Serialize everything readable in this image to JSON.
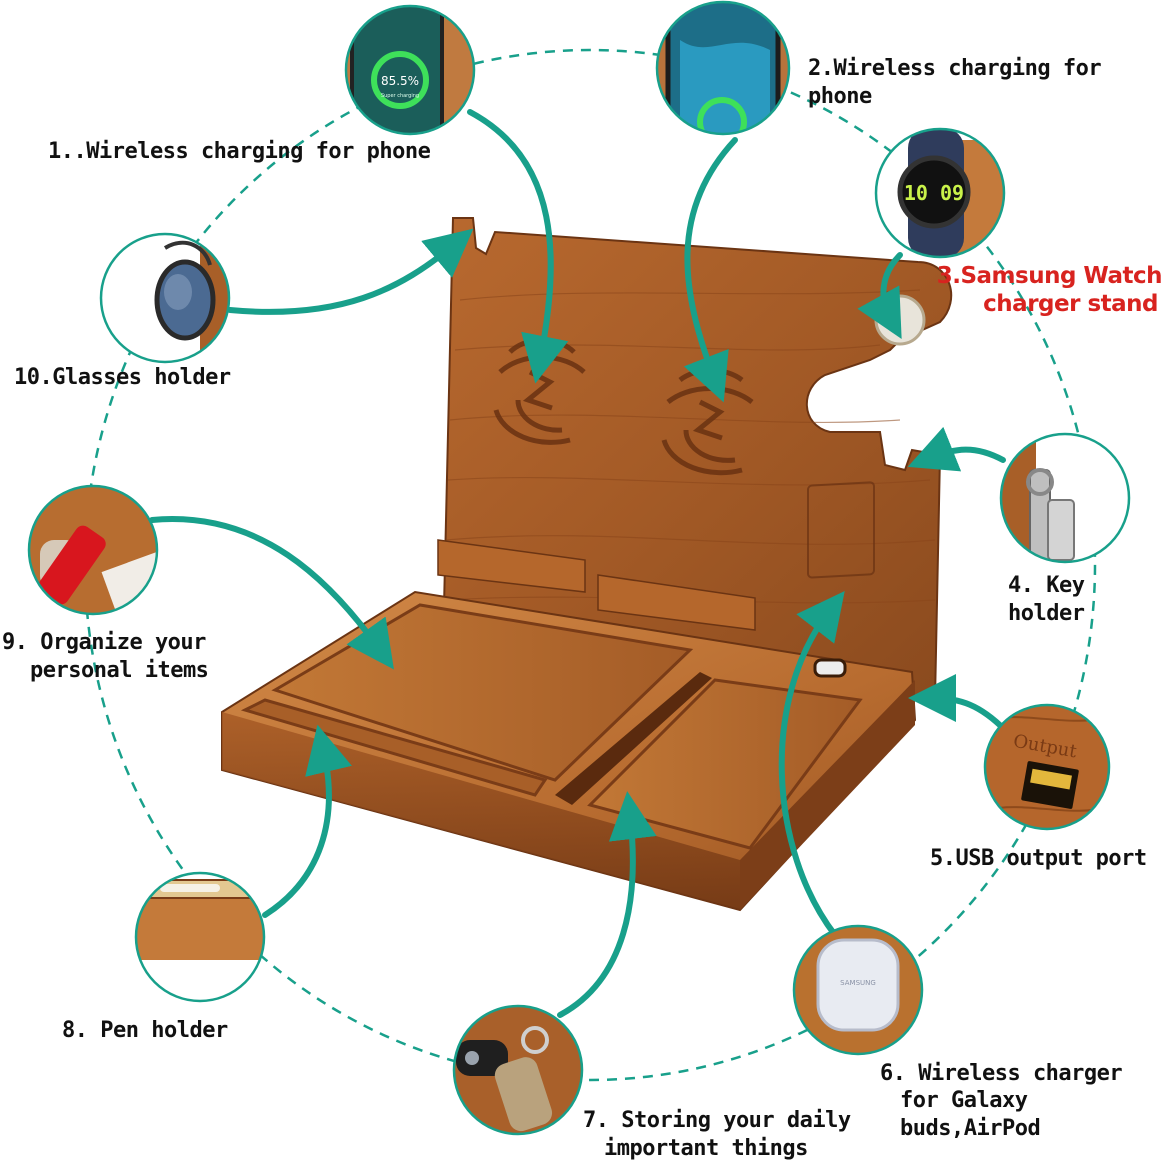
{
  "colors": {
    "accent": "#18a08b",
    "wood_light": "#c98244",
    "wood_mid": "#a9612c",
    "wood_dark": "#7a3c17",
    "label_text": "#111111",
    "highlight_text": "#d8231f"
  },
  "labels": {
    "l1": "1..Wireless charging for phone",
    "l2": "2.Wireless charging for phone",
    "l3a": "3.Samsung Watch",
    "l3b": "charger stand",
    "l4": "4. Key holder",
    "l5": "5.USB output port",
    "l6a": "6. Wireless charger",
    "l6b": "for Galaxy buds,AirPod",
    "l7a": "7. Storing your daily",
    "l7b": "important things",
    "l8": "8. Pen holder",
    "l9a": "9. Organize your",
    "l9b": "personal items",
    "l10": "10.Glasses holder"
  },
  "thumbnails": {
    "phone1": {
      "battery_text": "85.5%",
      "status_text": "Super charging",
      "icon": "phone-charging-icon"
    },
    "phone2": {
      "icon": "phone-charging-icon"
    },
    "watch": {
      "face_text": "10 09",
      "icon": "smartwatch-icon"
    },
    "keys": {
      "icon": "keys-icon"
    },
    "usb": {
      "port_text": "Output",
      "icon": "usb-port-icon"
    },
    "buds": {
      "brand_text": "SAMSUNG",
      "icon": "earbuds-case-icon"
    },
    "keyring": {
      "icon": "car-key-icon"
    },
    "pen": {
      "icon": "pen-tray-icon"
    },
    "items": {
      "icon": "lipstick-icon"
    },
    "glasses": {
      "icon": "glasses-icon"
    }
  }
}
